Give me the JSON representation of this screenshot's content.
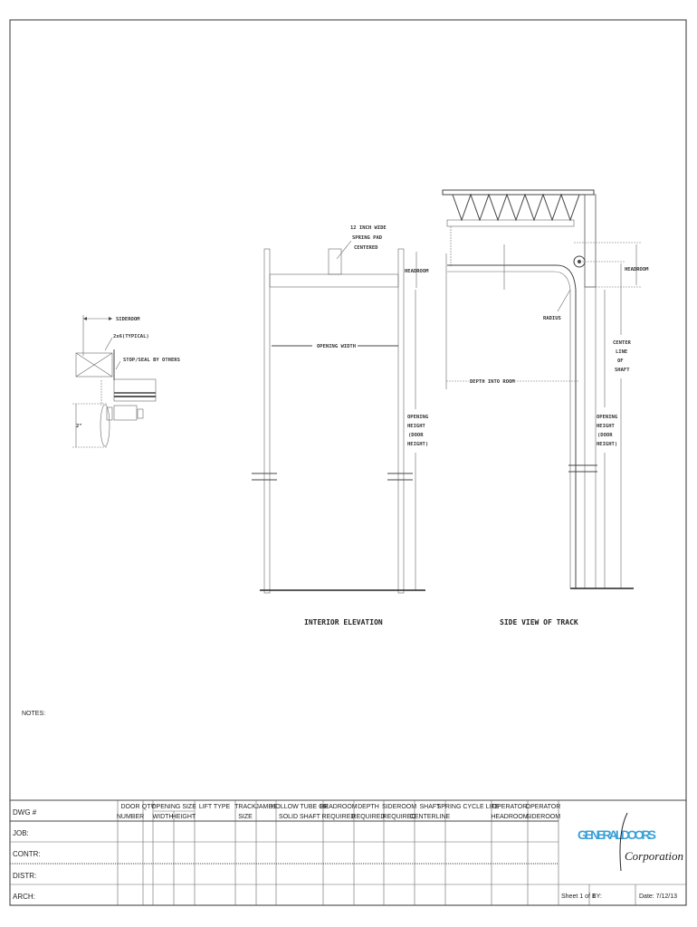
{
  "drawing": {
    "sideroom_detail": {
      "sideroom": "SIDEROOM",
      "lumber": "2x6(TYPICAL)",
      "stop_seal": "STOP/SEAL BY OTHERS",
      "dimension": "2\""
    },
    "interior_elevation": {
      "title": "INTERIOR ELEVATION",
      "spring_pad": [
        "12 INCH WIDE",
        "SPRING PAD",
        "CENTERED"
      ],
      "headroom": "HEADROOM",
      "opening_width": "OPENING WIDTH",
      "opening_height": [
        "OPENING",
        "HEIGHT",
        "(DOOR",
        "HEIGHT)"
      ]
    },
    "side_view": {
      "title": "SIDE VIEW OF TRACK",
      "headroom": "HEADROOM",
      "radius": "RADIUS",
      "center_line": [
        "CENTER",
        "LINE",
        "OF",
        "SHAFT"
      ],
      "depth_into_room": "DEPTH INTO ROOM",
      "opening_height": [
        "OPENING",
        "HEIGHT",
        "(DOOR",
        "HEIGHT)"
      ]
    }
  },
  "notes_label": "NOTES:",
  "title_block": {
    "row_labels": [
      "DWG #",
      "JOB:",
      "CONTR:",
      "DISTR:",
      "ARCH:"
    ],
    "headers": {
      "door_number": [
        "DOOR",
        "NUMBER"
      ],
      "qty": "QTY",
      "opening_size": "OPENING SIZE",
      "width": "WIDTH",
      "height": "HEIGHT",
      "lift_type": "LIFT TYPE",
      "track_size": [
        "TRACK",
        "SIZE"
      ],
      "jambs": "JAMBS",
      "shaft_type": [
        "HOLLOW TUBE OR",
        "SOLID SHAFT"
      ],
      "headroom_required": [
        "HEADROOM",
        "REQUIRED"
      ],
      "depth_required": [
        "DEPTH",
        "REQUIRED"
      ],
      "sideroom_required": [
        "SIDEROOM",
        "REQUIRED"
      ],
      "shaft_centerline": [
        "SHAFT",
        "CENTERLINE"
      ],
      "spring_cycle_life": "SPRING CYCLE LIFE",
      "operator_headroom": [
        "OPERATOR",
        "HEADROOM"
      ],
      "operator_sideroom": [
        "OPERATOR",
        "SIDEROOM"
      ]
    },
    "logo": {
      "top": "GENERAL DOORS",
      "bottom": "Corporation",
      "accent_color": "#3aa0d8"
    },
    "sheet": "Sheet 1 of 1",
    "by": "BY:",
    "date": "Date: 7/12/13"
  }
}
